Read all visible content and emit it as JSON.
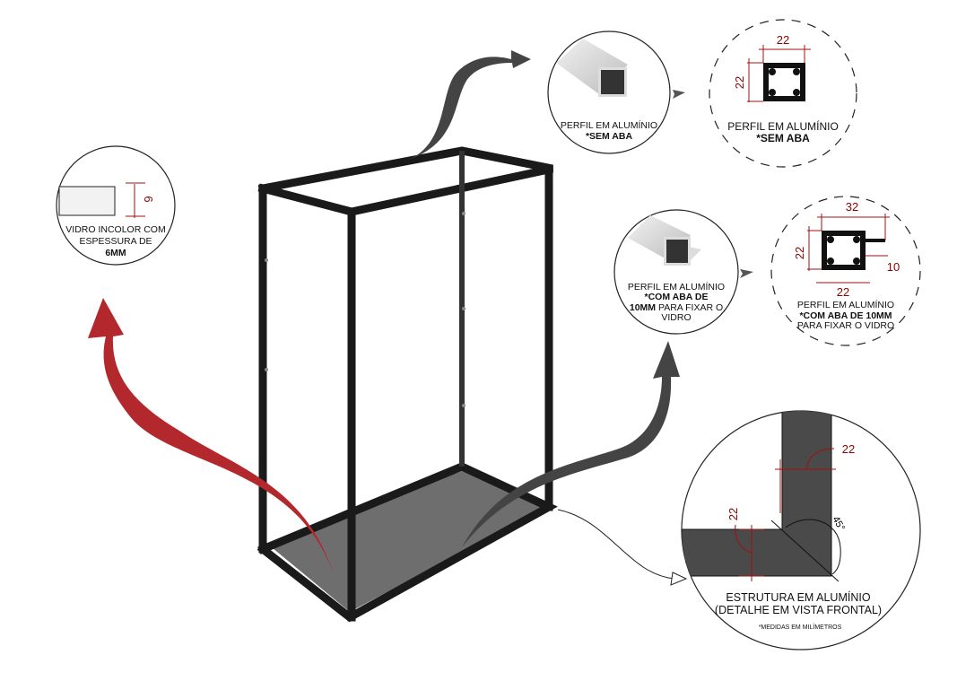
{
  "glass_detail": {
    "lines": [
      "VIDRO INCOLOR COM",
      "ESPESSURA DE"
    ],
    "bold": "6MM",
    "dimension": "6"
  },
  "profile_plain": {
    "line1": "PERFIL EM ALUMÍNIO",
    "bold": "*SEM ABA"
  },
  "profile_plain_section": {
    "line1": "PERFIL EM ALUMÍNIO",
    "bold": "*SEM ABA",
    "width": "22",
    "height": "22"
  },
  "profile_flange": {
    "line1": "PERFIL EM ALUMÍNIO",
    "bold1": "*COM ABA DE",
    "bold2": "10MM",
    "line3": " PARA FIXAR O",
    "line4": "VIDRO"
  },
  "profile_flange_section": {
    "line1": "PERFIL EM ALUMÍNIO",
    "bold": "*COM ABA DE 10MM",
    "line3": "PARA FIXAR O VIDRO",
    "total_width": "32",
    "width": "22",
    "height": "22",
    "flange": "10"
  },
  "corner_detail": {
    "line1": "ESTRUTURA EM ALUMÍNIO",
    "line2": "(DETALHE EM VISTA FRONTAL)",
    "note": "*MEDIDAS EM MILÍMETROS",
    "dim_v": "22",
    "dim_h": "22",
    "angle": "45°"
  },
  "colors": {
    "dimension": "#8b0000",
    "frame": "#1a1a1a",
    "glass": "#6e6e6e",
    "red_arrow": "#b3282d",
    "grey_arrow": "#444444"
  }
}
